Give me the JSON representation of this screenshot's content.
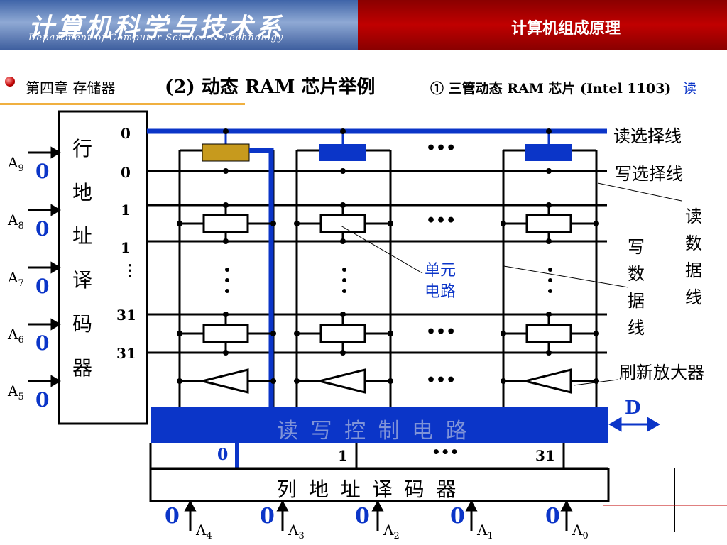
{
  "header": {
    "dept_cn": "计算机科学与技术系",
    "dept_en": "Department of Computer Science & Technology",
    "course": "计算机组成原理"
  },
  "title": {
    "chapter": "第四章  存储器",
    "section": "(2)  动态 RAM 芯片举例",
    "sub": "① 三管动态 RAM 芯片 (Intel 1103)",
    "read": "读"
  },
  "row_decoder": {
    "label_chars": [
      "行",
      "地",
      "址",
      "译",
      "码",
      "器"
    ]
  },
  "row_bits": [
    "0",
    "0",
    "1",
    "1",
    "⋮",
    "31",
    "31"
  ],
  "addr_inputs": [
    {
      "name": "A",
      "sub": "9",
      "val": "0"
    },
    {
      "name": "A",
      "sub": "8",
      "val": "0"
    },
    {
      "name": "A",
      "sub": "7",
      "val": "0"
    },
    {
      "name": "A",
      "sub": "6",
      "val": "0"
    },
    {
      "name": "A",
      "sub": "5",
      "val": "0"
    }
  ],
  "labels": {
    "read_select": "读选择线",
    "write_select": "写选择线",
    "read_data": [
      "读",
      "数",
      "据",
      "线"
    ],
    "write_data": [
      "写",
      "数",
      "据",
      "线"
    ],
    "cell": [
      "单元",
      "电路"
    ],
    "sense_amp": "刷新放大器",
    "rw_control": "读 写 控 制 电 路",
    "col_decoder": "列 地 址 译 码 器",
    "d_label": "D",
    "ellipsis": "•••"
  },
  "col_bits": [
    "0",
    "1",
    "•••",
    "31"
  ],
  "col_inputs": [
    {
      "val": "0",
      "name": "A",
      "sub": "4"
    },
    {
      "val": "0",
      "name": "A",
      "sub": "3"
    },
    {
      "val": "0",
      "name": "A",
      "sub": "2"
    },
    {
      "val": "0",
      "name": "A",
      "sub": "1"
    },
    {
      "val": "0",
      "name": "A",
      "sub": "0"
    }
  ],
  "colors": {
    "blue": "#0b35c8",
    "gold": "#c79a1d",
    "header_red": "#c00000"
  }
}
